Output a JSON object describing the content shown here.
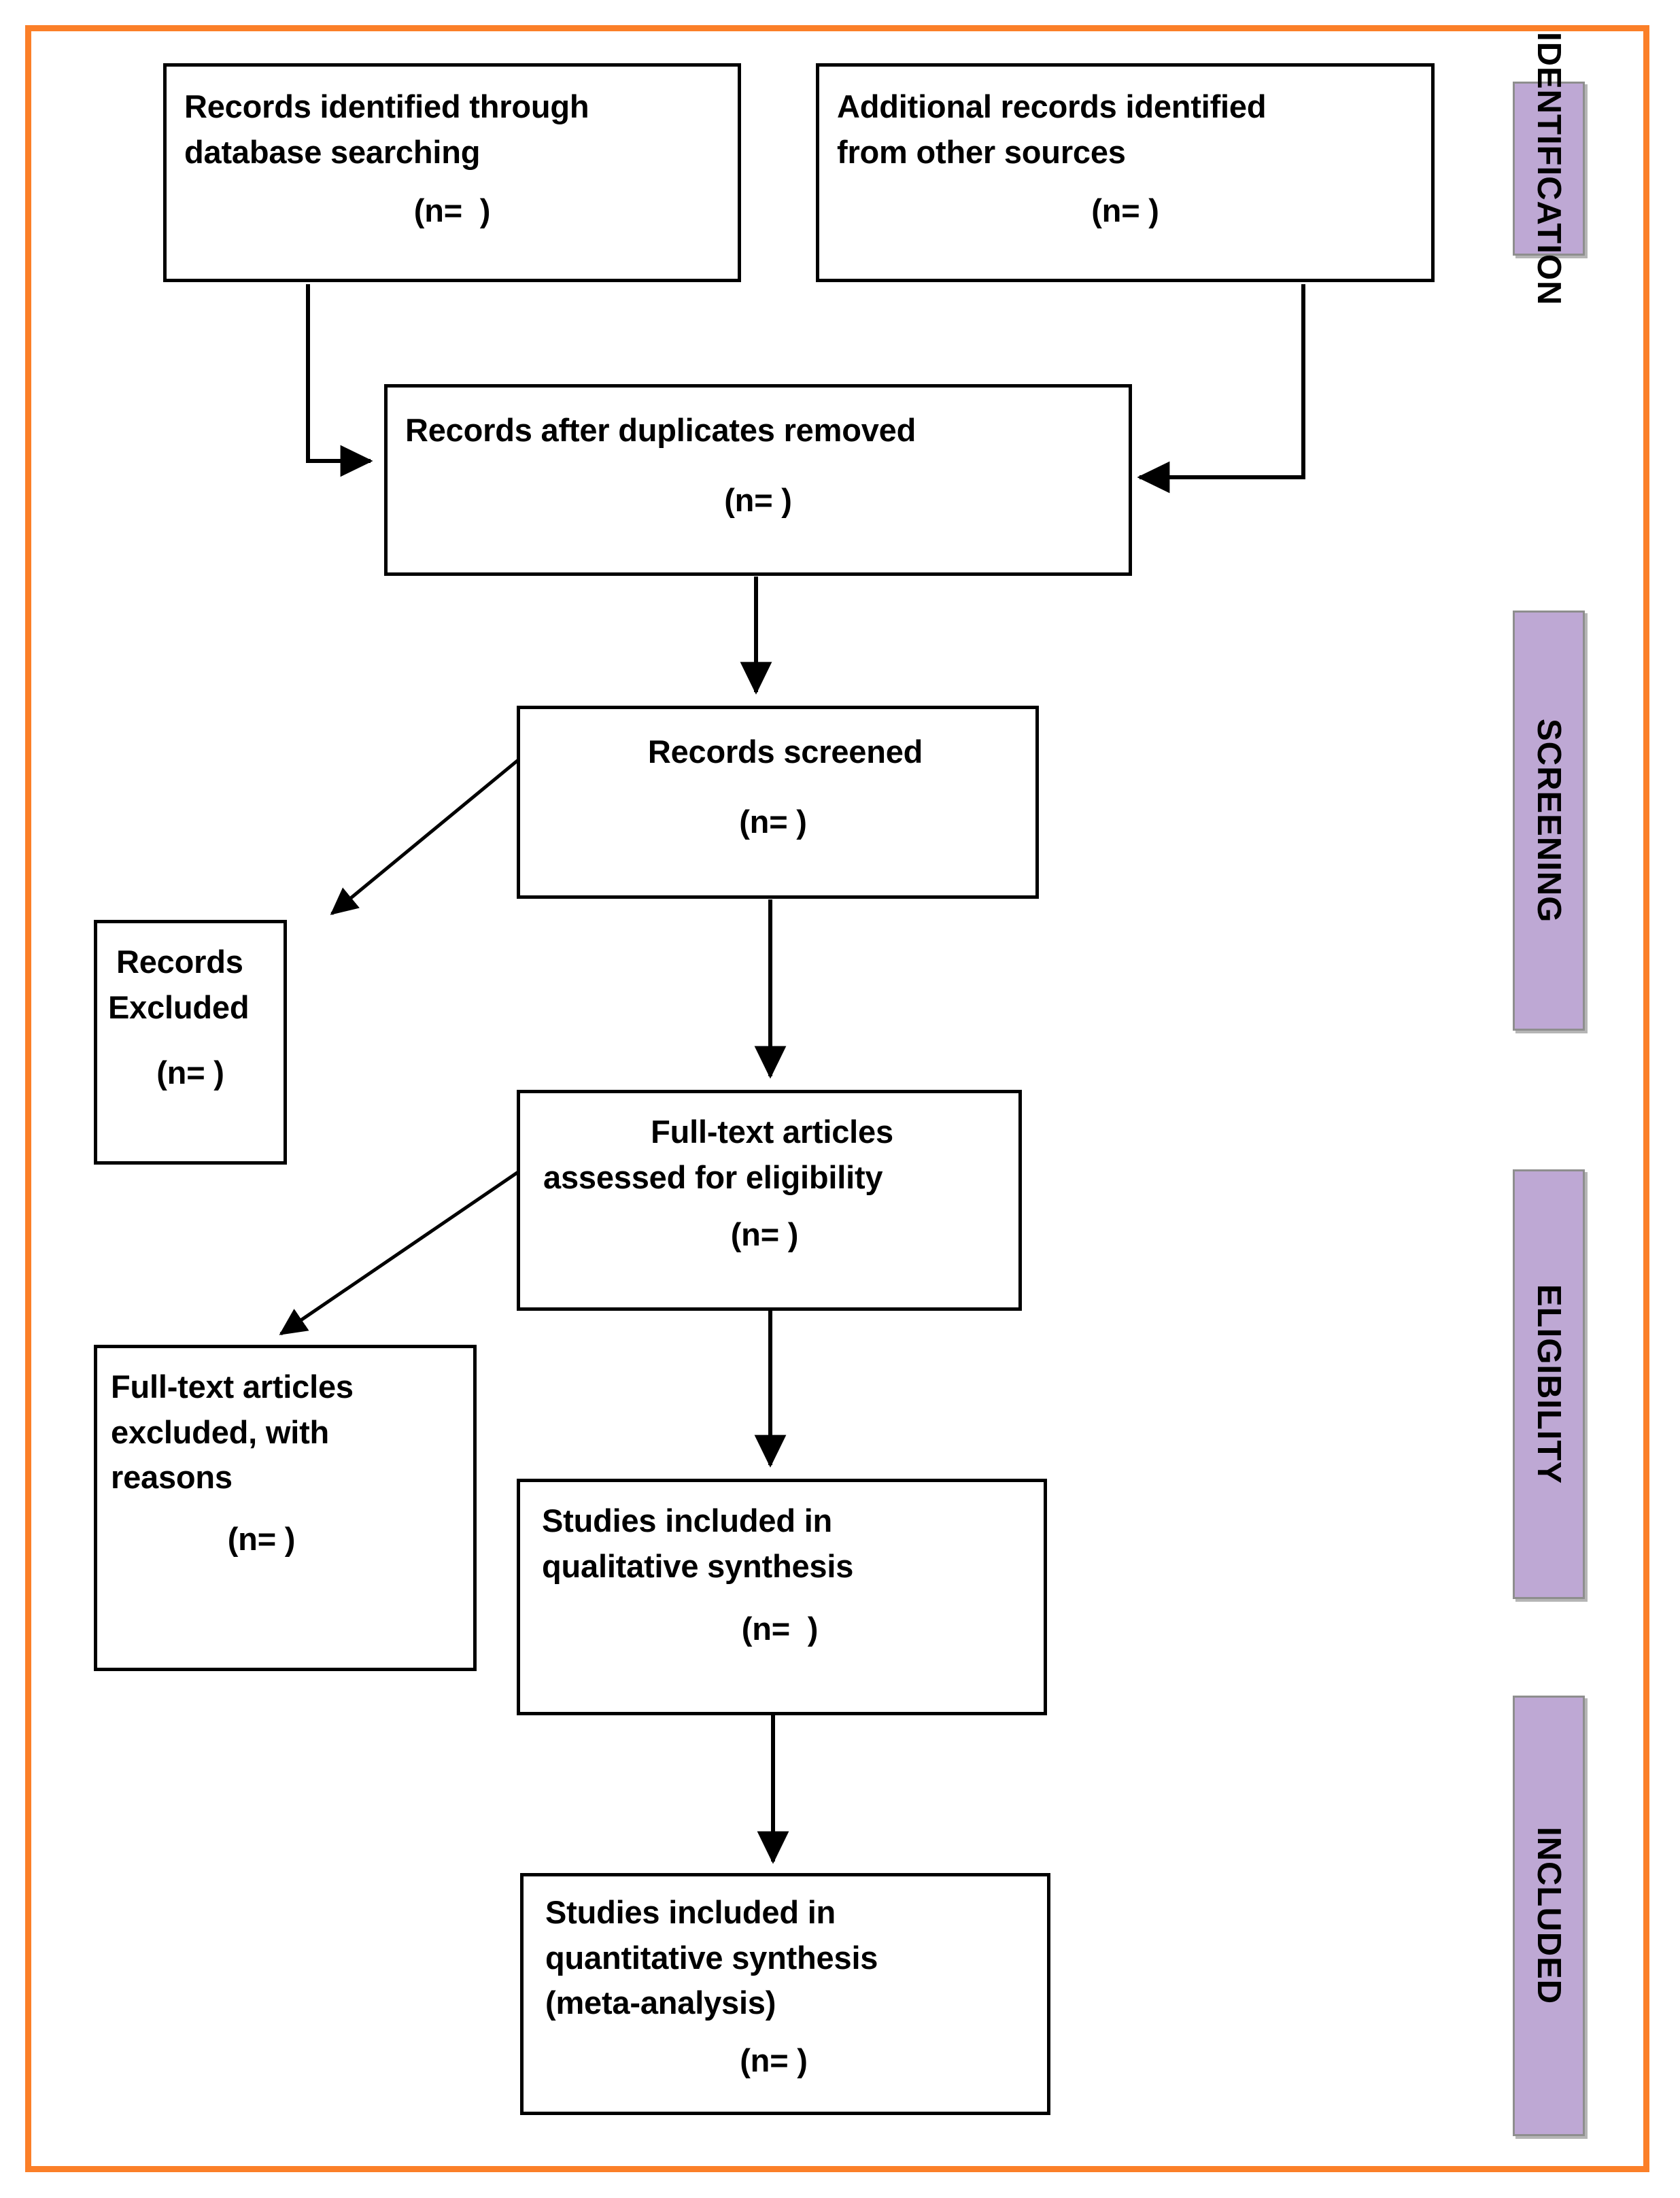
{
  "diagram": {
    "type": "prisma-flow-diagram",
    "frame_color": "#FB7F28",
    "stage_bar_color": "#BEA8D4",
    "box_border_color": "#000000",
    "n_placeholder_short": "(n= )",
    "n_placeholder_wide": "(n=  )"
  },
  "boxes": {
    "identified_database": {
      "line1": "Records identified through",
      "line2": "database searching",
      "count": "(n=  )"
    },
    "identified_other": {
      "line1": "Additional records identified",
      "line2": "from other sources",
      "count": "(n= )"
    },
    "duplicates_removed": {
      "line1": "Records after duplicates removed",
      "count": "(n= )"
    },
    "records_screened": {
      "line1": "Records screened",
      "count": "(n= )"
    },
    "records_excluded": {
      "line1": "Records",
      "line2": "Excluded",
      "count": "(n= )"
    },
    "fulltext_assessed": {
      "line1": "Full-text articles",
      "line2": "assessed for eligibility",
      "count": "(n= )"
    },
    "fulltext_excluded": {
      "line1": "Full-text articles",
      "line2": "excluded, with",
      "line3": "reasons",
      "count": "(n= )"
    },
    "qualitative_synthesis": {
      "line1": "Studies included in",
      "line2": "qualitative synthesis",
      "count": "(n=  )"
    },
    "quantitative_synthesis": {
      "line1": "Studies included in",
      "line2": "quantitative synthesis",
      "line3": "(meta-analysis)",
      "count": "(n= )"
    }
  },
  "stages": [
    {
      "label": "IDENTIFICATION"
    },
    {
      "label": "SCREENING"
    },
    {
      "label": "ELIGIBILITY"
    },
    {
      "label": "INCLUDED"
    }
  ]
}
